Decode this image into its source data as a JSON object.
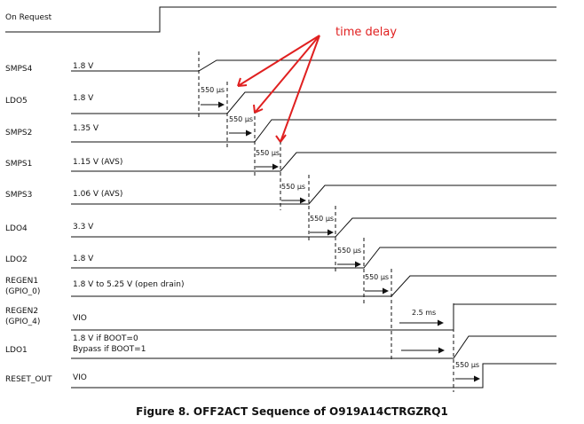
{
  "figure": {
    "caption": "Figure 8. OFF2ACT Sequence of O919A14CTRGZRQ1",
    "annotation": "time delay"
  },
  "signals": [
    {
      "name": [
        "On Request"
      ],
      "value": []
    },
    {
      "name": [
        "SMPS4"
      ],
      "value": [
        "1.8 V"
      ]
    },
    {
      "name": [
        "LDO5"
      ],
      "value": [
        "1.8 V"
      ]
    },
    {
      "name": [
        "SMPS2"
      ],
      "value": [
        "1.35 V"
      ]
    },
    {
      "name": [
        "SMPS1"
      ],
      "value": [
        "1.15 V (AVS)"
      ]
    },
    {
      "name": [
        "SMPS3"
      ],
      "value": [
        "1.06 V (AVS)"
      ]
    },
    {
      "name": [
        "LDO4"
      ],
      "value": [
        "3.3 V"
      ]
    },
    {
      "name": [
        "LDO2"
      ],
      "value": [
        "1.8 V"
      ]
    },
    {
      "name": [
        "REGEN1",
        "(GPIO_0)"
      ],
      "value": [
        "1.8 V to 5.25 V (open drain)"
      ]
    },
    {
      "name": [
        "REGEN2",
        "(GPIO_4)"
      ],
      "value": [
        "VIO"
      ]
    },
    {
      "name": [
        "LDO1"
      ],
      "value": [
        "1.8 V if BOOT=0",
        "Bypass if BOOT=1"
      ]
    },
    {
      "name": [
        "RESET_OUT"
      ],
      "value": [
        "VIO"
      ]
    }
  ],
  "delays": [
    "550 µs",
    "550 µs",
    "550 µs",
    "550 µs",
    "550 µs",
    "550 µs",
    "550 µs",
    "2.5 ms",
    "550 µs"
  ]
}
